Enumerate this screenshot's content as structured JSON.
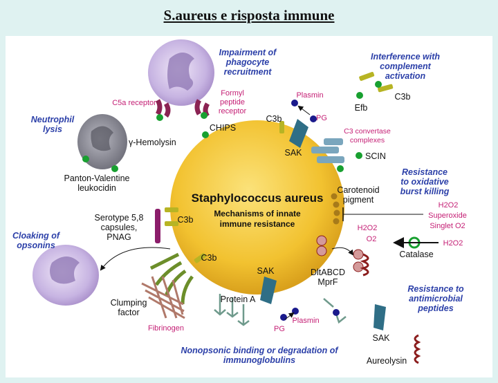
{
  "title": "S.aureus e risposta immune",
  "center": {
    "name": "Staphylococcus aureus",
    "subtitle_line1": "Mechanisms of innate",
    "subtitle_line2": "immune resistance"
  },
  "headings": {
    "impairment1": "Impairment of",
    "impairment2": "phagocyte",
    "impairment3": "recruitment",
    "interference1": "Interference with",
    "interference2": "complement",
    "interference3": "activation",
    "neutrophil1": "Neutrophil",
    "neutrophil2": "lysis",
    "oxidative1": "Resistance",
    "oxidative2": "to oxidative",
    "oxidative3": "burst killing",
    "cloaking1": "Cloaking of",
    "cloaking2": "opsonins",
    "antimicrobial1": "Resistance to",
    "antimicrobial2": "antimicrobial",
    "antimicrobial3": "peptides",
    "nonopsonic1": "Nonopsonic binding or degradation of",
    "nonopsonic2": "immunoglobulins"
  },
  "labels": {
    "c5a_receptor": "C5a receptor",
    "formyl1": "Formyl",
    "formyl2": "peptide",
    "formyl3": "receptor",
    "chips": "CHIPS",
    "plasmin_top": "Plasmin",
    "pg_top": "PG",
    "c3b_top": "C3b",
    "sak_top": "SAK",
    "efb": "Efb",
    "c3b_right": "C3b",
    "c3_convertase1": "C3 convertase",
    "c3_convertase2": "complexes",
    "scin": "SCIN",
    "gamma_hemolysin": "γ-Hemolysin",
    "pvl1": "Panton-Valentine",
    "pvl2": "leukocidin",
    "carotenoid1": "Carotenoid",
    "carotenoid2": "pigment",
    "h2o2_right": "H2O2",
    "superoxide": "Superoxide",
    "singlet": "Singlet O2",
    "h2o2_mid": "H2O2",
    "o2_mid": "O2",
    "h2o2_catalase": "H2O2",
    "catalase": "Catalase",
    "serotype1": "Serotype 5,8",
    "serotype2": "capsules,",
    "serotype3": "PNAG",
    "c3b_left": "C3b",
    "c3b_bottom": "C3b",
    "dltabcd": "DltABCD",
    "mprf": "MprF",
    "sak_bottom": "SAK",
    "clumping1": "Clumping",
    "clumping2": "factor",
    "fibrinogen": "Fibrinogen",
    "protein_a": "Protein A",
    "pg_bottom": "PG",
    "plasmin_bottom": "Plasmin",
    "sak_right": "SAK",
    "aureolysin": "Aureolysin"
  },
  "colors": {
    "background": "#dff2f1",
    "heading_blue": "#2b3fa8",
    "magenta": "#c41e74",
    "bacterium": "#f2c230",
    "green_dot": "#18a030"
  }
}
